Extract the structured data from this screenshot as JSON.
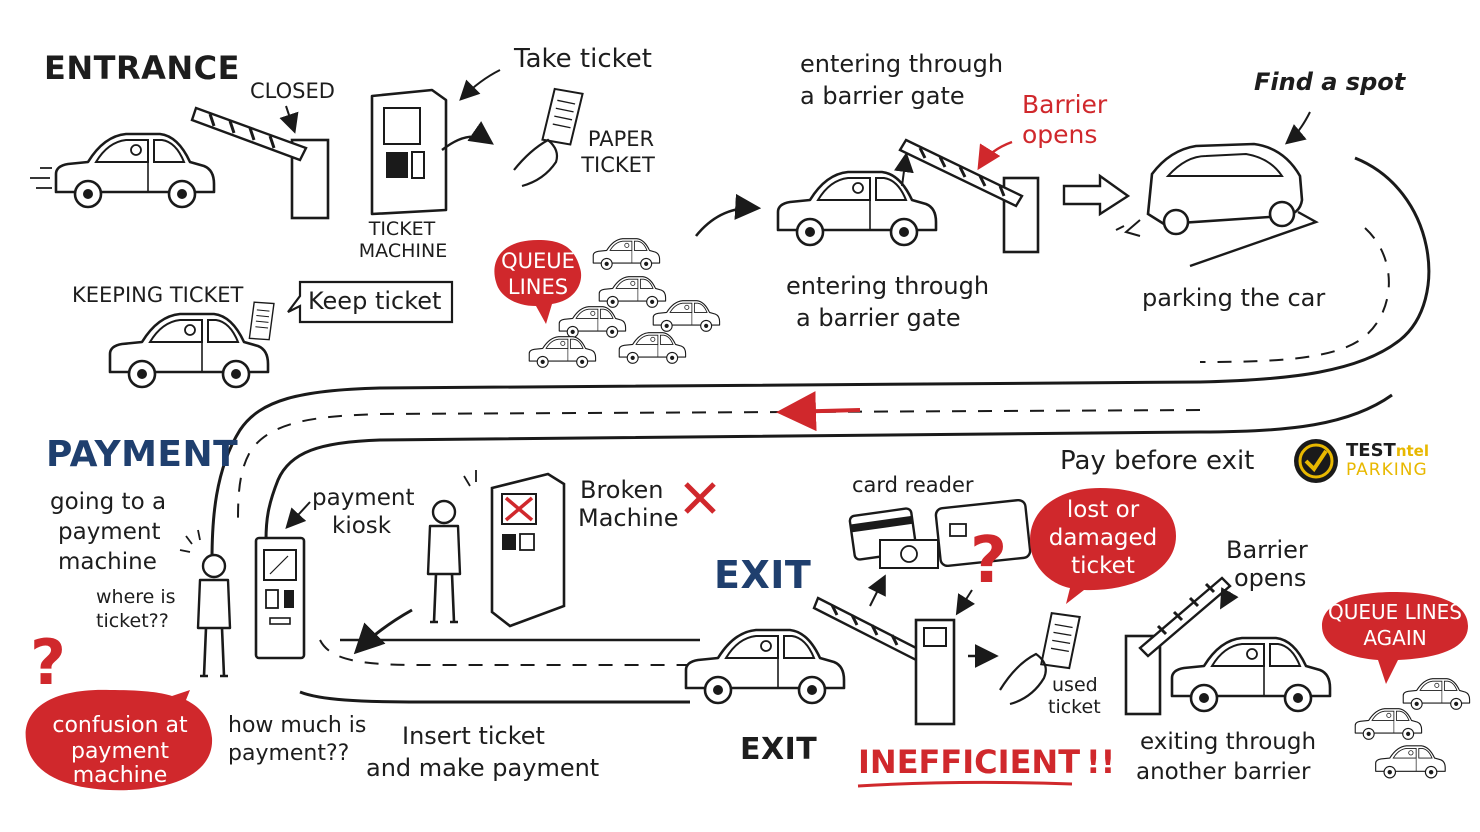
{
  "headers": {
    "entrance": "ENTRANCE",
    "payment": "PAYMENT",
    "exit_mid": "EXIT",
    "exit_bottom": "EXIT",
    "find_spot": "Find a spot"
  },
  "entrance": {
    "closed": "CLOSED",
    "take_ticket": "Take ticket",
    "paper_ticket_1": "PAPER",
    "paper_ticket_2": "TICKET",
    "ticket_machine_1": "TICKET",
    "ticket_machine_2": "MACHINE",
    "keeping_ticket": "KEEPING TICKET",
    "keep_ticket": "Keep ticket"
  },
  "queue": {
    "label_1": "QUEUE",
    "label_2": "LINES"
  },
  "entering": {
    "top_1": "entering through",
    "top_2": "a barrier gate",
    "bottom_1": "entering through",
    "bottom_2": "a barrier gate",
    "barrier_opens_1": "Barrier",
    "barrier_opens_2": "opens"
  },
  "parking": {
    "label": "parking the car"
  },
  "payment": {
    "going_1": "going to a",
    "going_2": "payment",
    "going_3": "machine",
    "where_1": "where is",
    "where_2": "ticket??",
    "kiosk_1": "payment",
    "kiosk_2": "kiosk",
    "broken_1": "Broken",
    "broken_2": "Machine",
    "confusion_1": "confusion at",
    "confusion_2": "payment",
    "confusion_3": "machine",
    "how_much_1": "how much is",
    "how_much_2": "payment??",
    "insert_1": "Insert ticket",
    "insert_2": "and make payment"
  },
  "exit": {
    "card_reader": "card reader",
    "pay_before_exit": "Pay before exit",
    "lost_1": "lost or",
    "lost_2": "damaged",
    "lost_3": "ticket",
    "barrier_opens_1": "Barrier",
    "barrier_opens_2": "opens",
    "used_1": "used",
    "used_2": "ticket",
    "inefficient": "INEFFICIENT",
    "inefficient_marks": "!!",
    "exiting_1": "exiting through",
    "exiting_2": "another barrier",
    "queue_again_1": "QUEUE LINES",
    "queue_again_2": "AGAIN"
  },
  "brand": {
    "name_a": "TEST",
    "name_b": "ntel",
    "sub": "PARKING"
  },
  "colors": {
    "accent_red": "#d0282c",
    "header_blue": "#1f3f6e",
    "brand_gold": "#e8b800",
    "ink": "#1a1a1a"
  }
}
